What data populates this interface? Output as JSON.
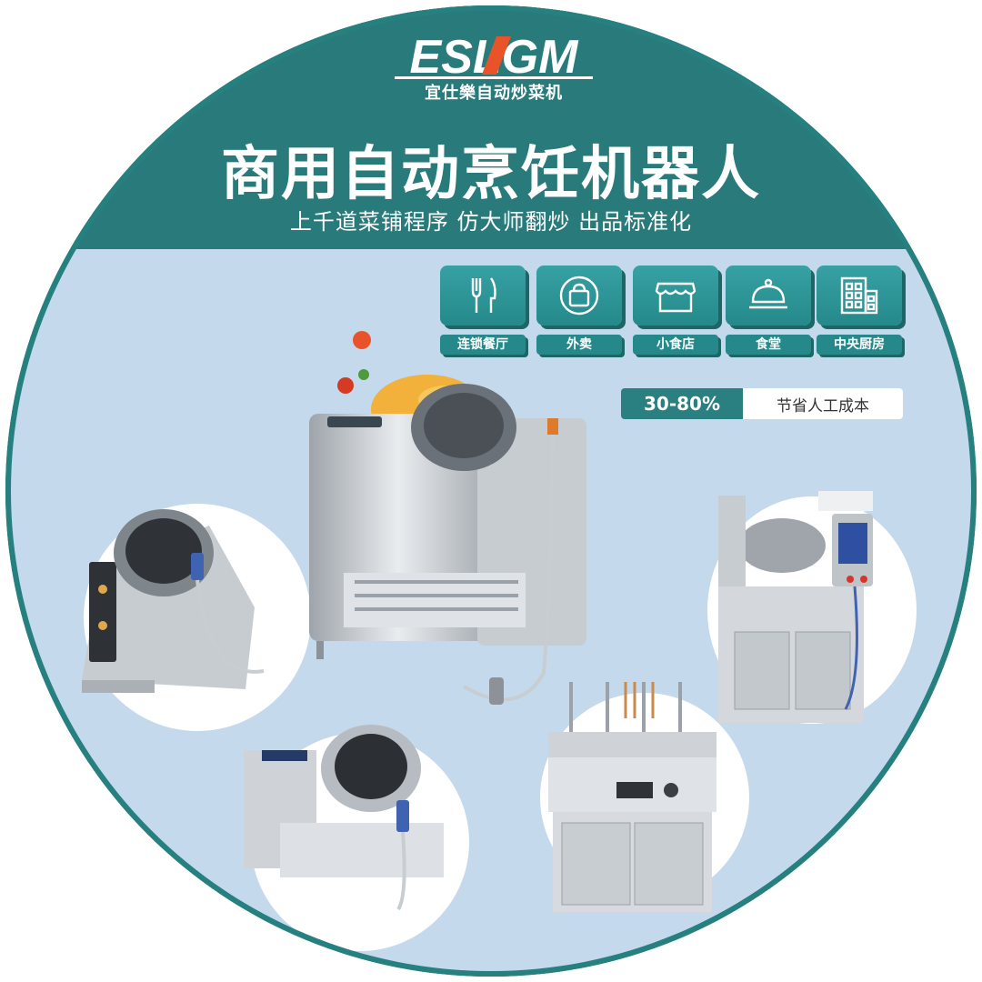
{
  "brand": {
    "logo_text": "ESLGM",
    "logo_sub": "宜仕樂自动炒菜机"
  },
  "headline": "商用自动烹饪机器人",
  "subline": "上千道菜铺程序 仿大师翻炒 出品标准化",
  "categories": [
    {
      "label": "连锁餐厅",
      "icon": "fork-knife-icon"
    },
    {
      "label": "外卖",
      "icon": "takeaway-bag-icon"
    },
    {
      "label": "小食店",
      "icon": "shop-icon"
    },
    {
      "label": "食堂",
      "icon": "food-cloche-icon"
    },
    {
      "label": "中央厨房",
      "icon": "building-icon"
    }
  ],
  "savings": {
    "percent": "30-80%",
    "text": "节省人工成本"
  },
  "colors": {
    "teal": "#297a7b",
    "teal_light": "#37a1a3",
    "background": "#c4d9ec",
    "accent_orange": "#e8532a"
  }
}
